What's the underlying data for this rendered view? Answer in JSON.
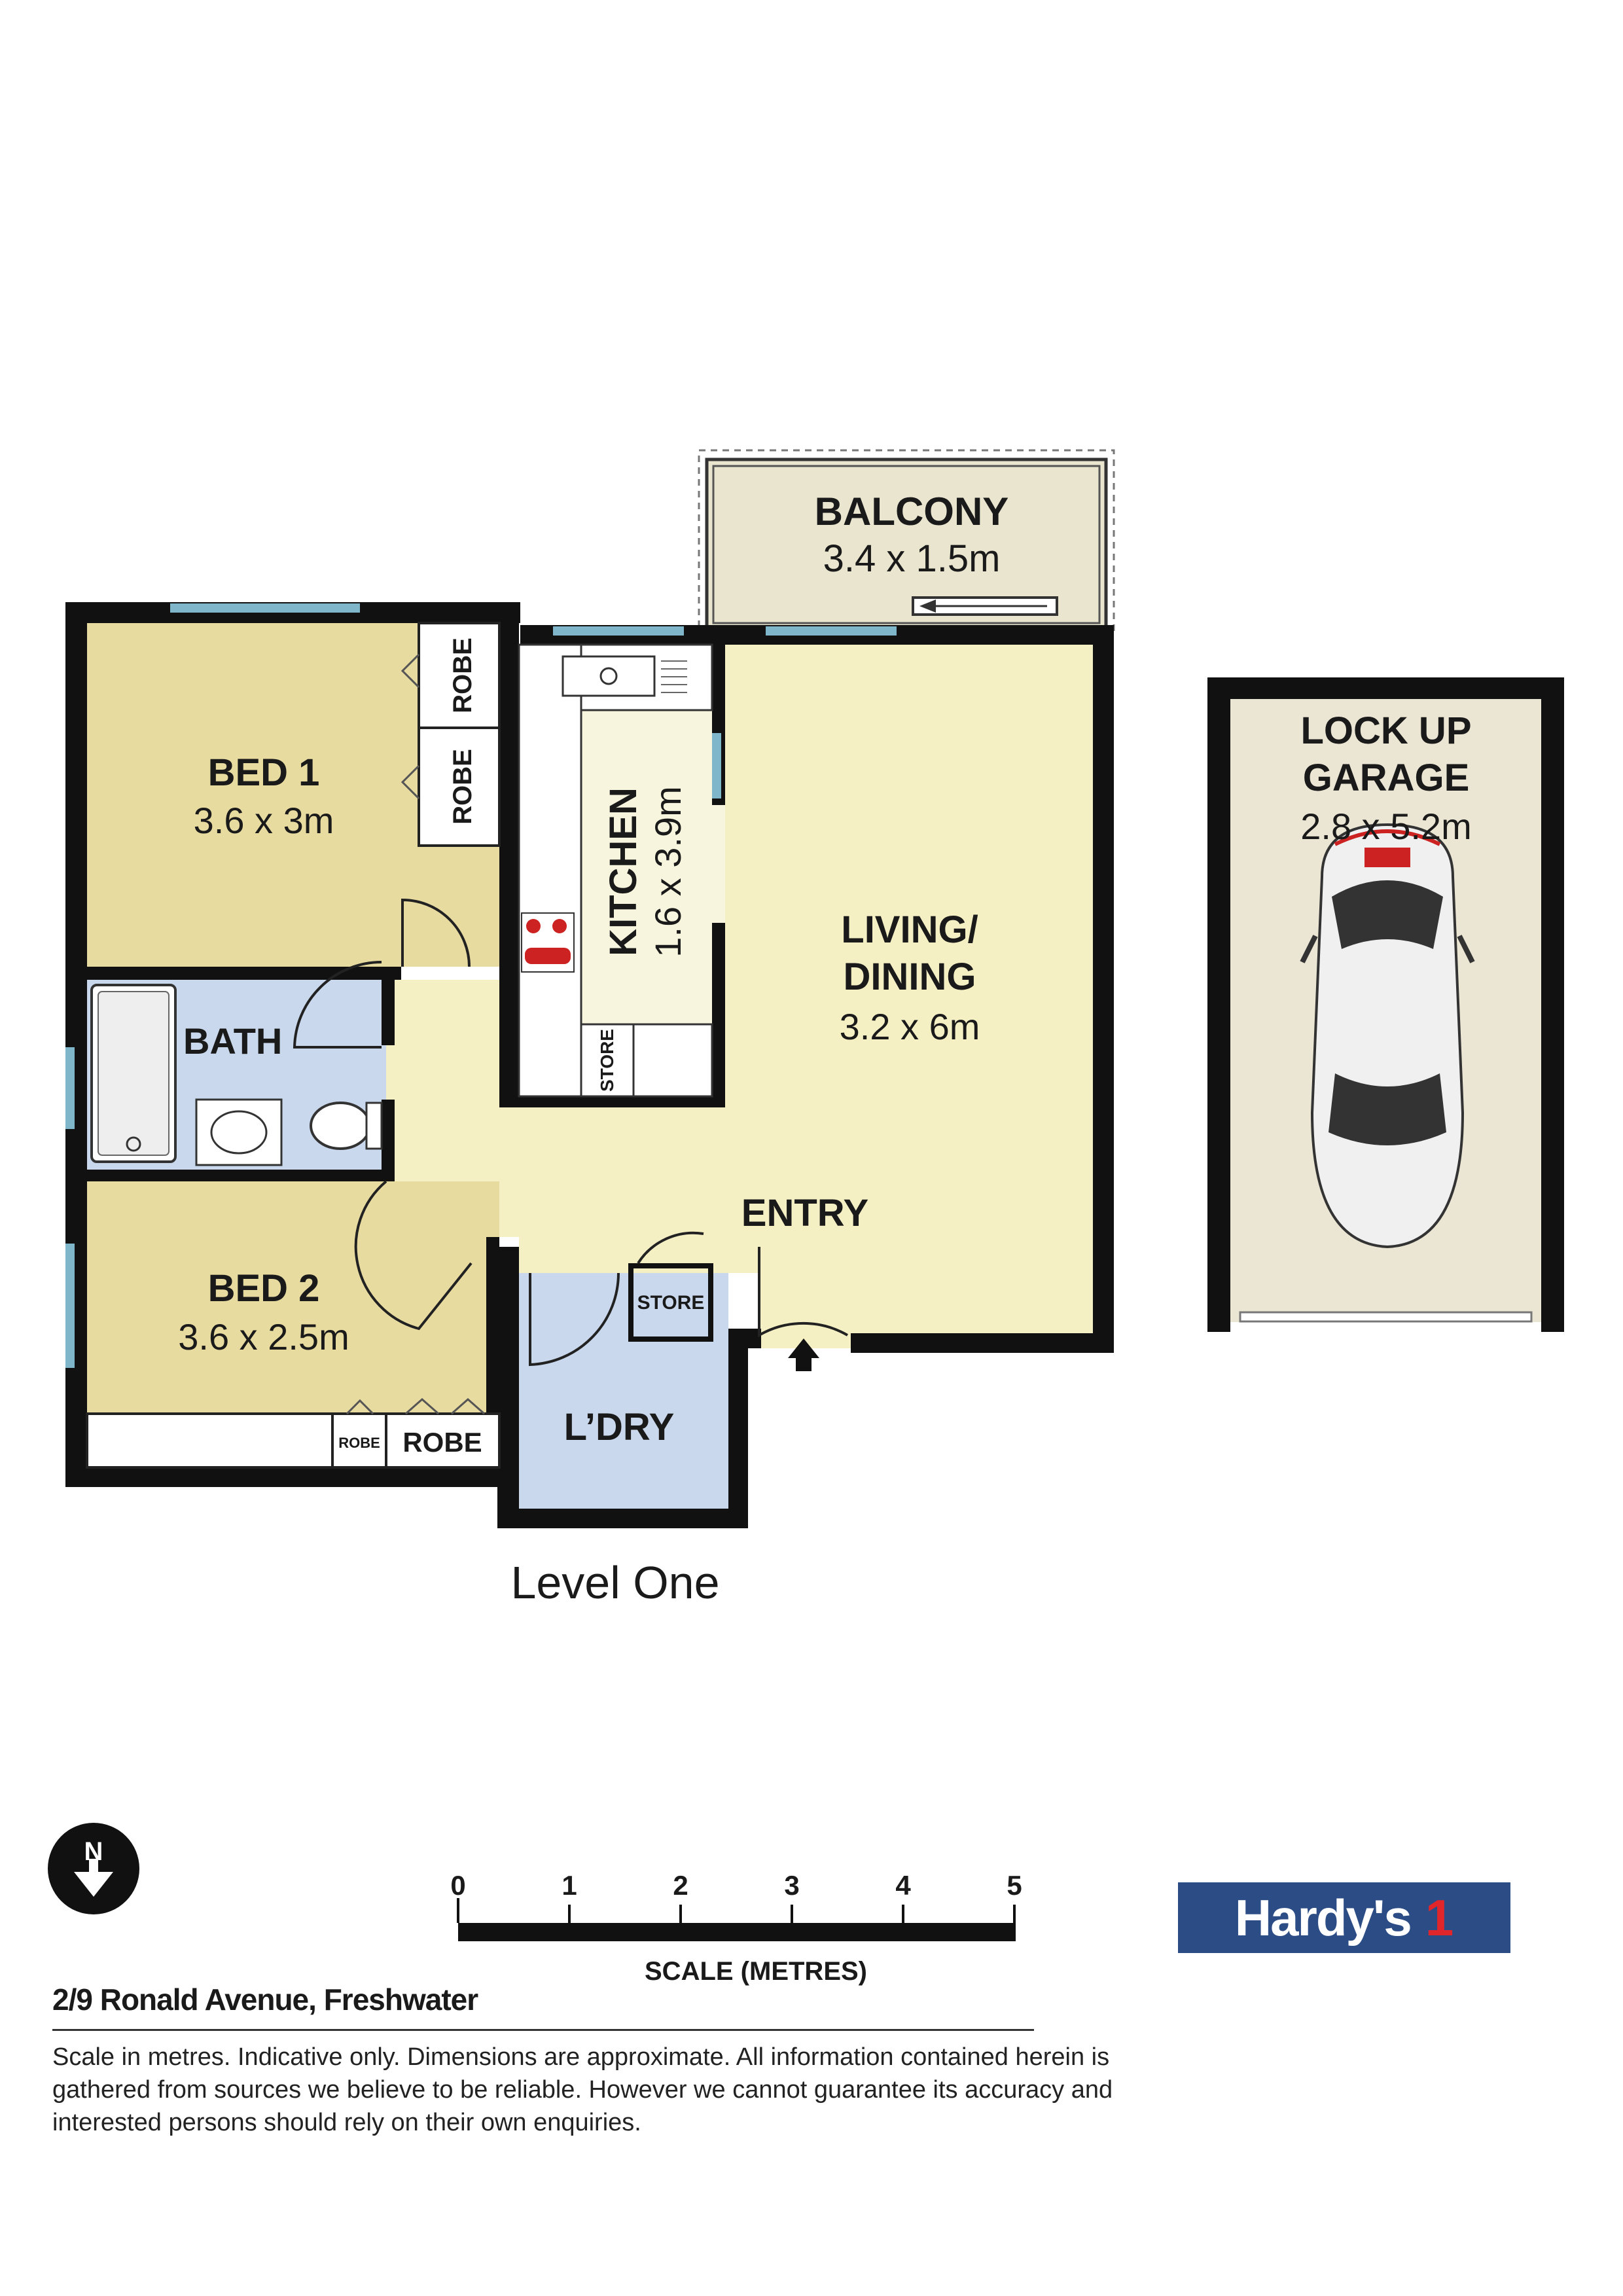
{
  "rooms": {
    "balcony": {
      "name": "BALCONY",
      "size": "3.4 x 1.5m"
    },
    "bed1": {
      "name": "BED 1",
      "size": "3.6 x 3m"
    },
    "bed2": {
      "name": "BED 2",
      "size": "3.6 x 2.5m"
    },
    "kitchen": {
      "name": "KITCHEN",
      "size": "1.6 x 3.9m"
    },
    "living": {
      "line1": "LIVING/",
      "line2": "DINING",
      "size": "3.2 x 6m"
    },
    "bath": {
      "name": "BATH"
    },
    "entry": {
      "name": "ENTRY"
    },
    "laundry": {
      "name": "L’DRY"
    },
    "garage": {
      "line1": "LOCK UP",
      "line2": "GARAGE",
      "size": "2.8 x 5.2m"
    },
    "robe1": "ROBE",
    "robe2": "ROBE",
    "robe3": "ROBE",
    "robe4": "ROBE",
    "store1": "STORE",
    "store2": "STORE"
  },
  "level": "Level One",
  "compass": {
    "letter": "N"
  },
  "scale": {
    "ticks": [
      "0",
      "1",
      "2",
      "3",
      "4",
      "5"
    ],
    "label": "SCALE (METRES)"
  },
  "address": "2/9 Ronald Avenue, Freshwater",
  "disclaimer": "Scale in metres. Indicative only. Dimensions are approximate. All information contained herein is gathered from sources we believe to be reliable. However we cannot guarantee its accuracy and interested persons should rely on their own enquiries.",
  "brand": {
    "name": "Hardy's",
    "number": "1"
  },
  "colors": {
    "bedroom": "#e8dba0",
    "living": "#f5f0c4",
    "wet": "#c9d8ec",
    "balcony": "#e9e5cf",
    "garage": "#ebe6d3",
    "wall": "#111111",
    "window": "#7fb6c9",
    "brand": "#2c4c86",
    "brand_accent": "#e0262a"
  }
}
